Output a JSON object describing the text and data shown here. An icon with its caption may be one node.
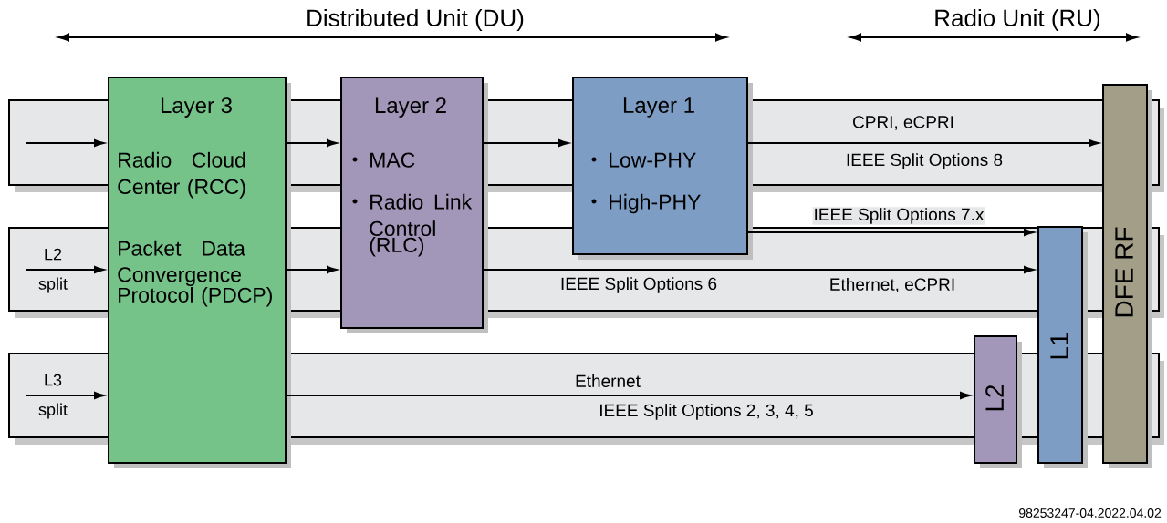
{
  "diagram": {
    "nodes": [
      {
        "text": [
          "Layer 3",
          "Radio Cloud Center (RCC)",
          "Packet Data Convergence Protocol (PDCP)"
        ]
      },
      {
        "text": [
          "Layer 2",
          "MAC",
          "Radio Link Control (RLC)"
        ]
      },
      {
        "text": [
          "Layer 1",
          "Low-PHY",
          "High-PHY"
        ]
      },
      {
        "text": [
          "L1"
        ]
      },
      {
        "text": [
          "L2"
        ]
      },
      {
        "text": [
          "DFE RF"
        ]
      }
    ],
    "edges": [
      {
        "from": null,
        "to": 0,
        "arrow": "to"
      },
      {
        "from": null,
        "to": 0,
        "arrow": "to"
      },
      {
        "from": null,
        "to": 0,
        "arrow": "to"
      },
      {
        "from": 0,
        "to": 1,
        "arrow": "to"
      },
      {
        "from": 0,
        "to": 1,
        "arrow": "to"
      },
      {
        "from": 1,
        "to": 2,
        "arrow": "to"
      },
      {
        "from": 2,
        "to": 5,
        "arrow": "to",
        "label": "CPRI, eCPRI"
      },
      {
        "from": 2,
        "to": 3,
        "arrow": "to",
        "label": "IEEE Split Options 7.x"
      },
      {
        "from": 1,
        "to": 3,
        "arrow": "to",
        "label": "Ethernet, eCPRI"
      },
      {
        "from": 0,
        "to": 4,
        "arrow": "to",
        "label": "Ethernet"
      }
    ],
    "labels": [
      "Distributed Unit (DU)",
      "Radio Unit (RU)",
      "L2",
      "split",
      "L3",
      "split",
      "IEEE Split Options 8",
      "IEEE Split Options 6",
      "IEEE Split Options 2, 3, 4, 5",
      "98253247-04.2022.04.02"
    ]
  }
}
